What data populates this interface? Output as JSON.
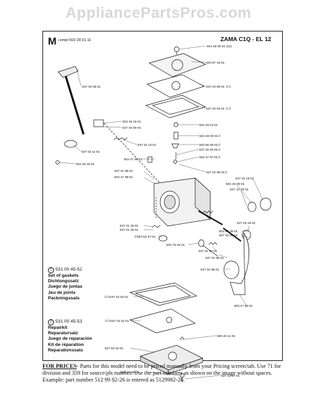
{
  "watermark": "AppliancePartsPros.com",
  "header": {
    "section_letter": "M",
    "compl_label": "compl 503 28 31-11",
    "title": "ZAMA C1Q - EL 12"
  },
  "callouts": [
    {
      "id": "c1",
      "text": "503 48 05-01 (x2)"
    },
    {
      "id": "c2",
      "text": "503 97 43-01"
    },
    {
      "id": "c3",
      "text": "537 04 89-01 ①②"
    },
    {
      "id": "c4",
      "text": "537 02 04-01 ①②"
    },
    {
      "id": "c5",
      "text": "537 02 05-01"
    },
    {
      "id": "c6",
      "text": "503 48 19-01"
    },
    {
      "id": "c7",
      "text": "537 04 90-01"
    },
    {
      "id": "c8",
      "text": "503 48 01-01"
    },
    {
      "id": "c9",
      "text": "503 48 00-01②"
    },
    {
      "id": "c10",
      "text": "537 02 10-01"
    },
    {
      "id": "c11",
      "text": "503 96 58-01②"
    },
    {
      "id": "c12",
      "text": "537 02 03-01②"
    },
    {
      "id": "c13",
      "text": "537 02 11-01"
    },
    {
      "id": "c14",
      "text": "503 47 90-01"
    },
    {
      "id": "c15",
      "text": "503 48 16-01"
    },
    {
      "id": "c16",
      "text": "503 47 97-01②"
    },
    {
      "id": "c17",
      "text": "537 02 08-01②"
    },
    {
      "id": "c18",
      "text": "537 01 98-01"
    },
    {
      "id": "c19",
      "text": "503 47 89-01"
    },
    {
      "id": "c20",
      "text": "537 02 16-01"
    },
    {
      "id": "c21",
      "text": "503 48 09-01"
    },
    {
      "id": "c22",
      "text": "537 12 78-01"
    },
    {
      "id": "c23",
      "text": "537 02 18-01"
    },
    {
      "id": "c24",
      "text": "537 01 26-01"
    },
    {
      "id": "c25",
      "text": "537 01 25-01"
    },
    {
      "id": "c26",
      "text": "503 97 45-01"
    },
    {
      "id": "c27",
      "text": "537 02 06-01"
    },
    {
      "id": "c28",
      "text": "②503 53 57-01"
    },
    {
      "id": "c29",
      "text": "503 75 53-01"
    },
    {
      "id": "c30",
      "text": "537 01 97-01"
    },
    {
      "id": "c31",
      "text": "537 01 96-01"
    },
    {
      "id": "c32",
      "text": "537 01 96-01"
    },
    {
      "id": "c33",
      "text": "①②537 02 00-01"
    },
    {
      "id": "c34",
      "text": "503 47 90-01"
    },
    {
      "id": "c35",
      "text": "①②537 02 01-01"
    },
    {
      "id": "c36",
      "text": "505 46 11-01"
    },
    {
      "id": "c37",
      "text": "537 02 02-01"
    },
    {
      "id": "c38",
      "text": "503 47 96-01"
    },
    {
      "id": "c39",
      "text": "537 02 07-01"
    }
  ],
  "kits": [
    {
      "marker": "1",
      "number": "531 00 45-52",
      "names": [
        "Set of gaskets",
        "Dichtungssatz",
        "Juego de juntas",
        "Jeu de joints",
        "Packningssats"
      ]
    },
    {
      "marker": "2",
      "number": "531 00 45-53",
      "names": [
        "Repairkit",
        "Reparatursatz",
        "Juego de reparación",
        "Kit de réparation",
        "Reparationssats"
      ]
    }
  ],
  "footer": {
    "lead": "FOR PRICES",
    "text": "- Parts for this model need to be priced manually from your Pricing screen/tab. Use 71 for division and 359 for source/pls number.  Use the part numbers as shown on the image without spaces.  Example: part number 512 99 82-26 is entered as 5129982-26."
  }
}
